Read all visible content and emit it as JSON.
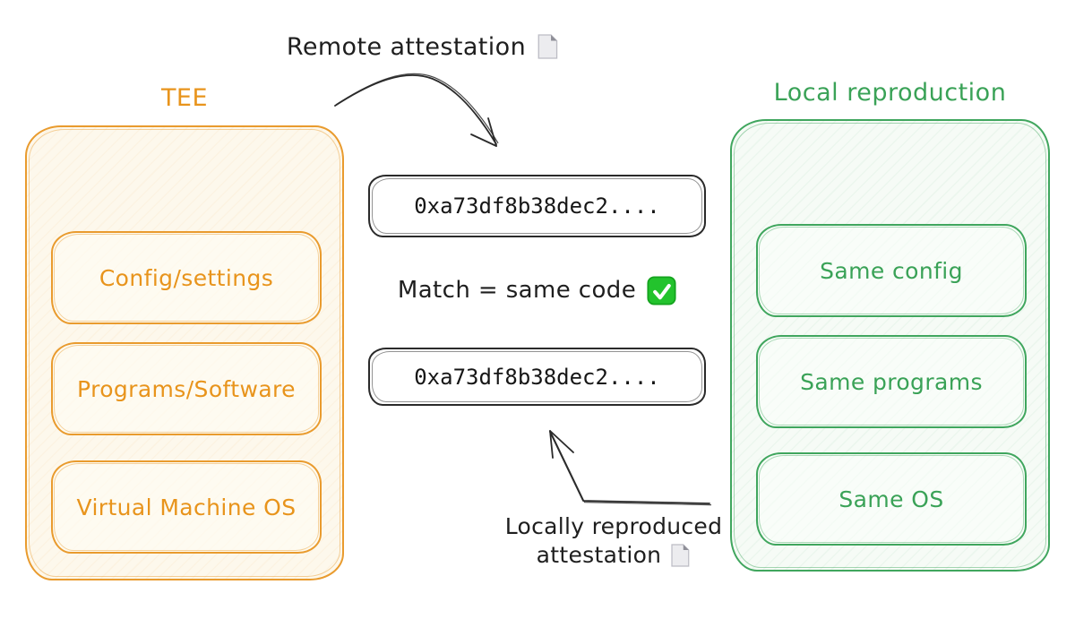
{
  "header": {
    "remote_attestation_label": "Remote attestation",
    "page_icon": "page-facing-up"
  },
  "tee_panel": {
    "title": "TEE",
    "items": [
      {
        "label": "Config/settings"
      },
      {
        "label": "Programs/Software"
      },
      {
        "label": "Virtual Machine OS"
      }
    ]
  },
  "local_panel": {
    "title": "Local reproduction",
    "items": [
      {
        "label": "Same config"
      },
      {
        "label": "Same programs"
      },
      {
        "label": "Same OS"
      }
    ]
  },
  "center": {
    "remote_hash": "0xa73df8b38dec2....",
    "match_label": "Match = same code",
    "check_icon": "check-mark-button",
    "local_hash": "0xa73df8b38dec2....",
    "locally_reproduced_line1": "Locally reproduced",
    "locally_reproduced_line2": "attestation"
  },
  "colors": {
    "orange_stroke": "#e99b2e",
    "orange_text": "#e8941c",
    "orange_fill": "#fdf8ec",
    "green_stroke": "#40a65e",
    "green_text": "#3aa257",
    "green_fill": "#f6fbf6",
    "ink": "#1e1e1e",
    "check_green": "#24c32e"
  }
}
